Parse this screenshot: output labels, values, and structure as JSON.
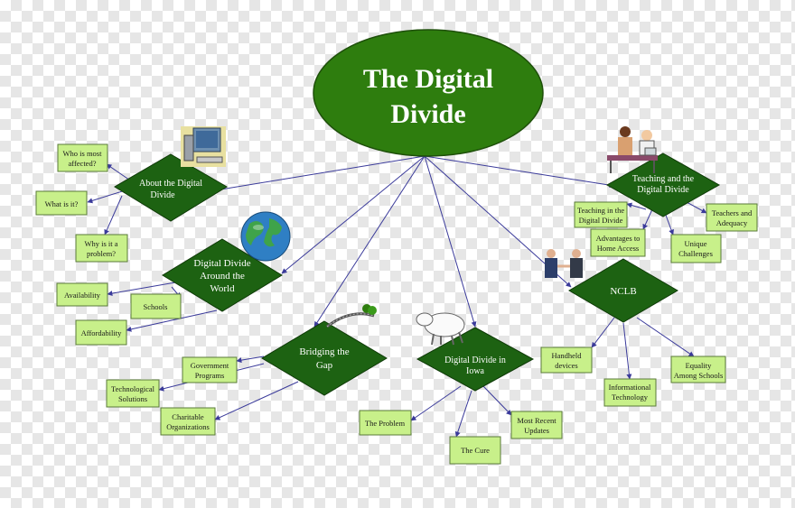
{
  "title_lines": [
    "The Digital",
    "Divide"
  ],
  "hubs": {
    "about": [
      "About the Digital",
      "Divide"
    ],
    "world": [
      "Digital Divide",
      "Around the",
      "World"
    ],
    "bridging": [
      "Bridging the",
      "Gap"
    ],
    "iowa": [
      "Digital Divide in",
      "Iowa"
    ],
    "teaching": [
      "Teaching and the",
      "Digital Divide"
    ],
    "nclb": [
      "NCLB"
    ]
  },
  "leaves": {
    "who": [
      "Who is most",
      "affected?"
    ],
    "what": [
      "What is it?"
    ],
    "why": [
      "Why is it a",
      "problem?"
    ],
    "availability": [
      "Availability"
    ],
    "schools": [
      "Schools"
    ],
    "affordability": [
      "Affordability"
    ],
    "government": [
      "Government",
      "Programs"
    ],
    "technological": [
      "Technological",
      "Solutions"
    ],
    "charitable": [
      "Charitable",
      "Organizations"
    ],
    "problem": [
      "The Problem"
    ],
    "cure": [
      "The Cure"
    ],
    "updates": [
      "Most Recent",
      "Updates"
    ],
    "teaching_in": [
      "Teaching in the",
      "Digital Divide"
    ],
    "advantages": [
      "Advantages to",
      "Home Access"
    ],
    "adequacy": [
      "Teachers and",
      "Adequacy"
    ],
    "challenges": [
      "Unique",
      "Challenges"
    ],
    "handheld": [
      "Handheld",
      "devices"
    ],
    "informational": [
      "Informational",
      "Technology"
    ],
    "equality": [
      "Equality",
      "Among Schools"
    ]
  },
  "colors": {
    "ellipse": "#2e7d0e",
    "diamond": "#1d6212",
    "leaf_fill": "#c8f08a",
    "leaf_border": "#5a7a3a",
    "line": "#3a3a9a"
  },
  "icons": [
    "computer-icon",
    "globe-icon",
    "bridge-icon",
    "sheep-icon",
    "teacher-student-icon",
    "handshake-icon"
  ]
}
